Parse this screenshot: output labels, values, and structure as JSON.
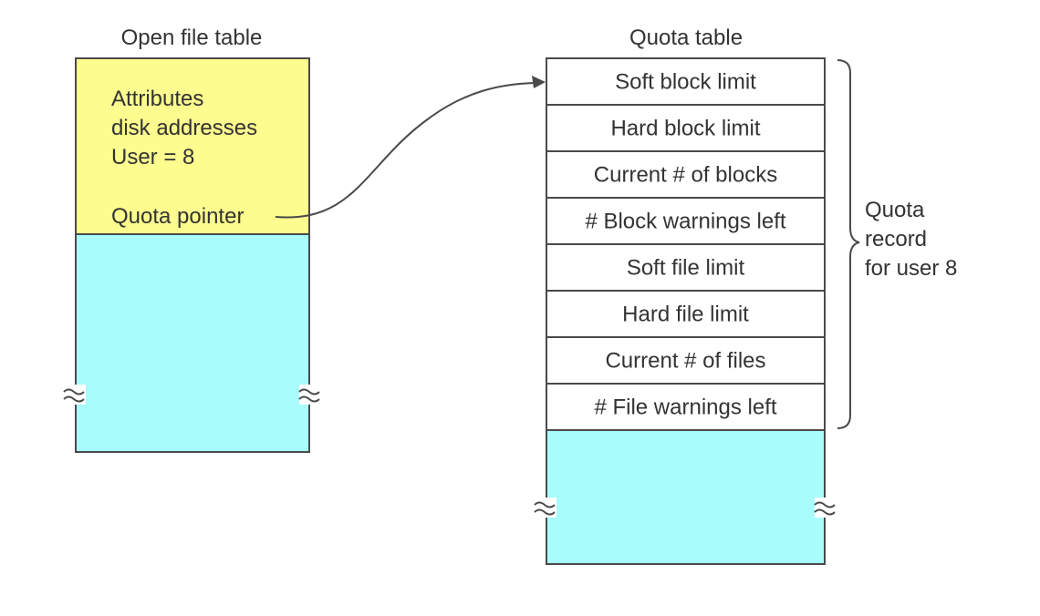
{
  "open_file_table": {
    "title": "Open file table",
    "entry_lines": [
      "Attributes",
      "disk addresses",
      "User = 8"
    ],
    "quota_pointer_label": "Quota pointer"
  },
  "quota_table": {
    "title": "Quota table",
    "rows": [
      "Soft block limit",
      "Hard block limit",
      "Current # of blocks",
      "# Block warnings left",
      "Soft file limit",
      "Hard file limit",
      "Current # of files",
      "# File warnings left"
    ]
  },
  "brace_label": [
    "Quota",
    "record",
    "for user 8"
  ],
  "colors": {
    "entry_fill": "#fdfc8e",
    "empty_fill": "#a8fcfc",
    "row_fill": "#ffffff",
    "stroke": "#4a4a4a",
    "text": "#333333"
  }
}
